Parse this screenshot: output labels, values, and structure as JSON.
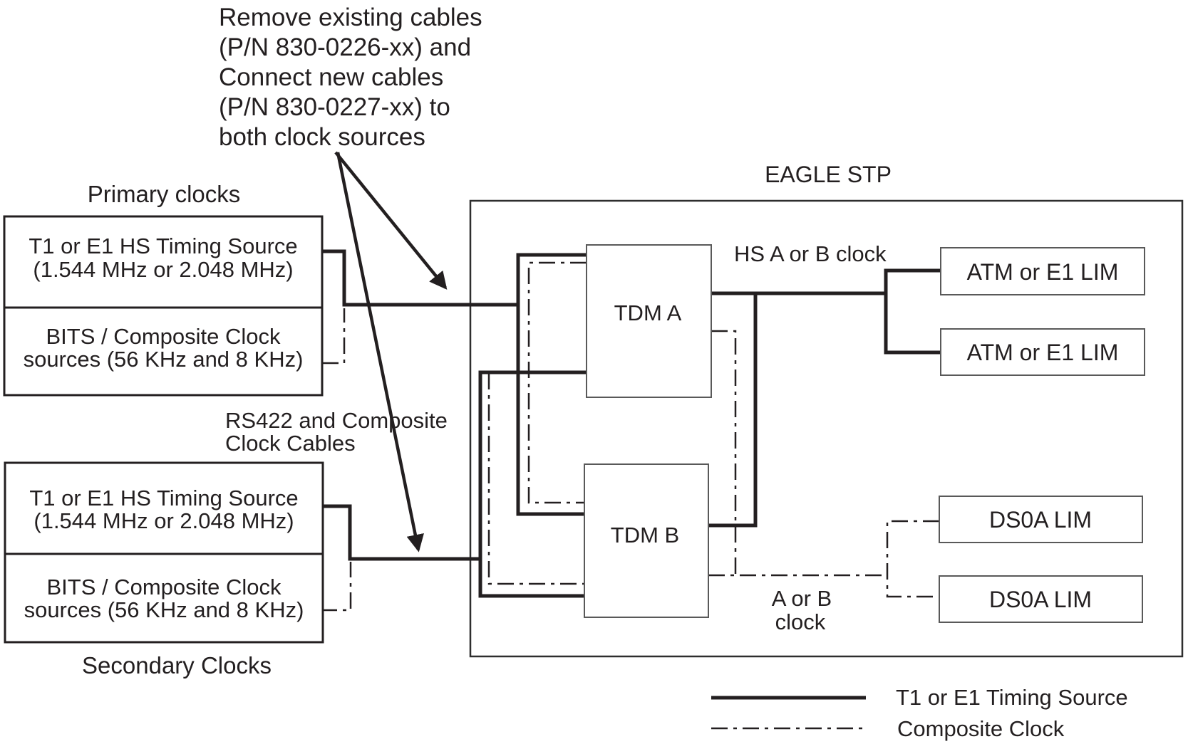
{
  "colors": {
    "ink": "#231f20",
    "node_box_stroke": "#595959",
    "background": "#ffffff"
  },
  "annotation": {
    "lines": [
      "Remove existing cables",
      "(P/N 830-0226-xx) and",
      "Connect new cables",
      "(P/N 830-0227-xx) to",
      "both clock sources"
    ]
  },
  "primary_clocks": {
    "title": "Primary clocks",
    "t1_lines": [
      "T1 or E1 HS Timing Source",
      "(1.544 MHz or 2.048 MHz)"
    ],
    "bits_lines": [
      "BITS / Composite Clock",
      "sources (56 KHz and 8 KHz)"
    ]
  },
  "secondary_clocks": {
    "title": "Secondary Clocks",
    "t1_lines": [
      "T1 or E1 HS Timing Source",
      "(1.544 MHz or 2.048 MHz)"
    ],
    "bits_lines": [
      "BITS / Composite Clock",
      "sources (56 KHz and 8 KHz)"
    ]
  },
  "cable_label_lines": [
    "RS422 and Composite",
    "Clock Cables"
  ],
  "eagle": {
    "title": "EAGLE STP",
    "tdm_a": "TDM A",
    "tdm_b": "TDM B",
    "hs_clock_label": "HS A or B clock",
    "ab_clock_lines": [
      "A or B",
      "clock"
    ],
    "atm_lim_1": "ATM or E1 LIM",
    "atm_lim_2": "ATM or E1 LIM",
    "ds0a_lim_1": "DS0A LIM",
    "ds0a_lim_2": "DS0A LIM"
  },
  "legend": {
    "t1_label": "T1 or E1 Timing Source",
    "composite_label": "Composite Clock"
  }
}
